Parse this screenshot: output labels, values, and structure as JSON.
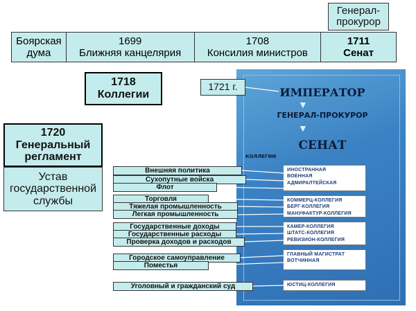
{
  "gp_top": [
    "Генерал-",
    "прокурор"
  ],
  "topbar": [
    {
      "lines": [
        "Боярская",
        "дума"
      ]
    },
    {
      "lines": [
        "1699",
        "Ближняя канцелярия"
      ]
    },
    {
      "lines": [
        "1708",
        "Консилия министров"
      ]
    },
    {
      "lines": [
        "1711",
        "Сенат"
      ]
    }
  ],
  "kollegii": [
    "1718",
    "Коллегии"
  ],
  "reglament": [
    "1720",
    "Генеральный",
    "регламент"
  ],
  "ustav": [
    "Устав",
    "государственной",
    "службы"
  ],
  "year_1721": "1721 г.",
  "panel": {
    "emperor": "ИМПЕРАТОР",
    "gen_prokuror": "ГЕНЕРАЛ-ПРОКУРОР",
    "senat": "СЕНАТ",
    "kollegii": "КОЛЛЕГИИ",
    "groups": [
      [
        "ИНОСТРАННАЯ",
        "ВОЕННАЯ",
        "АДМИРАЛТЕЙСКАЯ"
      ],
      [
        "КОММЕРЦ-КОЛЛЕГИЯ",
        "БЕРГ-КОЛЛЕГИЯ",
        "МАНУФАКТУР-КОЛЛЕГИЯ"
      ],
      [
        "КАМЕР-КОЛЛЕГИЯ",
        "ШТАТС-КОЛЛЕГИЯ",
        "РЕВИЗИОН-КОЛЛЕГИЯ"
      ],
      [
        "ГЛАВНЫЙ МАГИСТРАТ",
        "ВОТЧИННАЯ"
      ],
      [
        "ЮСТИЦ-КОЛЛЕГИЯ"
      ]
    ]
  },
  "labels": [
    "Внешняя политика",
    "Сухопутные войска",
    "Флот",
    "Торговля",
    "Тяжелая промышленность",
    "Легкая промышленность",
    "Государственные доходы",
    "Государственные расходы",
    "Проверка доходов и расходов",
    "Городское самоуправление",
    "Поместья",
    "Уголовный и гражданский суд"
  ]
}
